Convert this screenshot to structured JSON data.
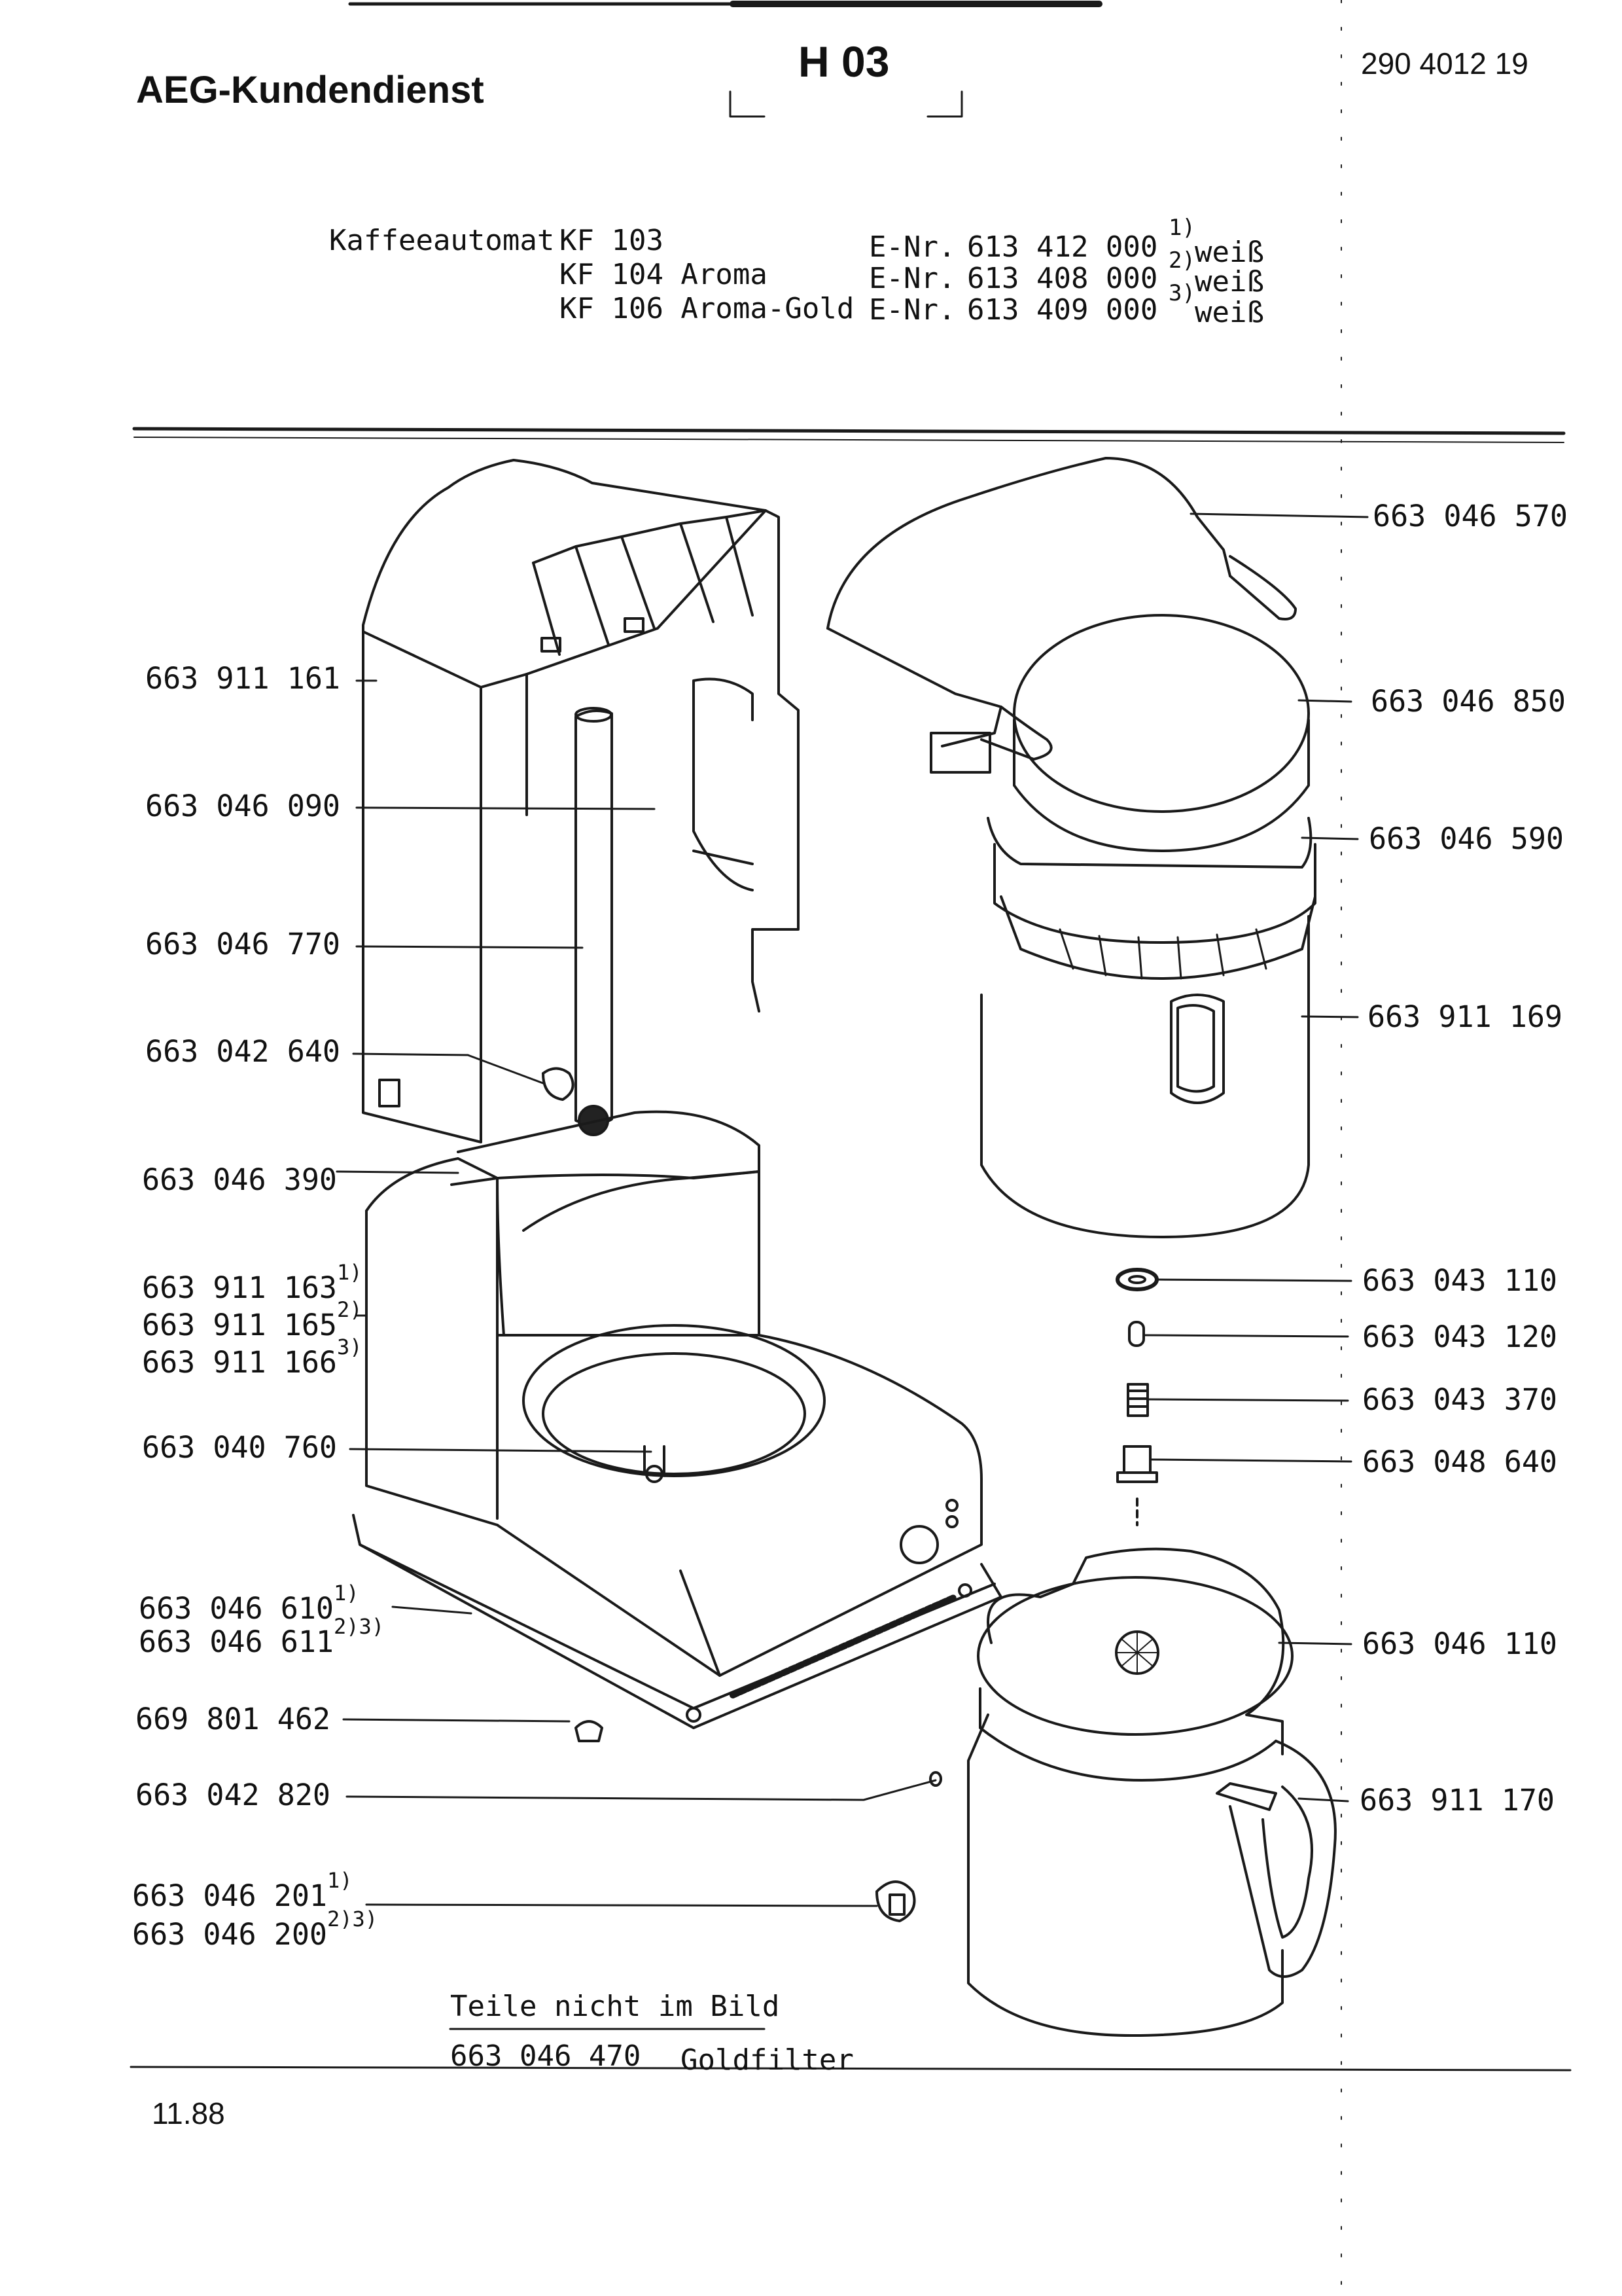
{
  "header": {
    "brand": "AEG-Kundendienst",
    "code": "H 03",
    "doc_number": "290 4012 19"
  },
  "models": {
    "product": "Kaffeeautomat",
    "rows": [
      {
        "model": "KF 103",
        "enr_label": "E-Nr.",
        "enr": "613 412 000",
        "note": "1)",
        "color": "weiß"
      },
      {
        "model": "KF 104 Aroma",
        "enr_label": "E-Nr.",
        "enr": "613 408 000",
        "note": "2)",
        "color": "weiß"
      },
      {
        "model": "KF 106 Aroma-Gold",
        "enr_label": "E-Nr.",
        "enr": "613 409 000",
        "note": "3)",
        "color": "weiß"
      }
    ]
  },
  "parts_left": [
    {
      "number": "663 911 161",
      "note": ""
    },
    {
      "number": "663 046 090",
      "note": ""
    },
    {
      "number": "663 046 770",
      "note": ""
    },
    {
      "number": "663 042 640",
      "note": ""
    },
    {
      "number": "663 046 390",
      "note": ""
    },
    {
      "number": "663 911 163",
      "note": "1)"
    },
    {
      "number": "663 911 165",
      "note": "2)"
    },
    {
      "number": "663 911 166",
      "note": "3)"
    },
    {
      "number": "663 040 760",
      "note": ""
    },
    {
      "number": "663 046 610",
      "note": "1)"
    },
    {
      "number": "663 046 611",
      "note": "2)3)"
    },
    {
      "number": "669 801 462",
      "note": ""
    },
    {
      "number": "663 042 820",
      "note": ""
    },
    {
      "number": "663 046 201",
      "note": "1)"
    },
    {
      "number": "663 046 200",
      "note": "2)3)"
    }
  ],
  "parts_right": [
    {
      "number": "663 046 570"
    },
    {
      "number": "663 046 850"
    },
    {
      "number": "663 046 590"
    },
    {
      "number": "663 911 169"
    },
    {
      "number": "663 043 110"
    },
    {
      "number": "663 043 120"
    },
    {
      "number": "663 043 370"
    },
    {
      "number": "663 048 640"
    },
    {
      "number": "663 046 110"
    },
    {
      "number": "663 911 170"
    }
  ],
  "not_shown": {
    "heading": "Teile nicht im Bild",
    "items": [
      {
        "number": "663 046 470",
        "name": "Goldfilter"
      }
    ]
  },
  "footer": {
    "date": "11.88"
  }
}
